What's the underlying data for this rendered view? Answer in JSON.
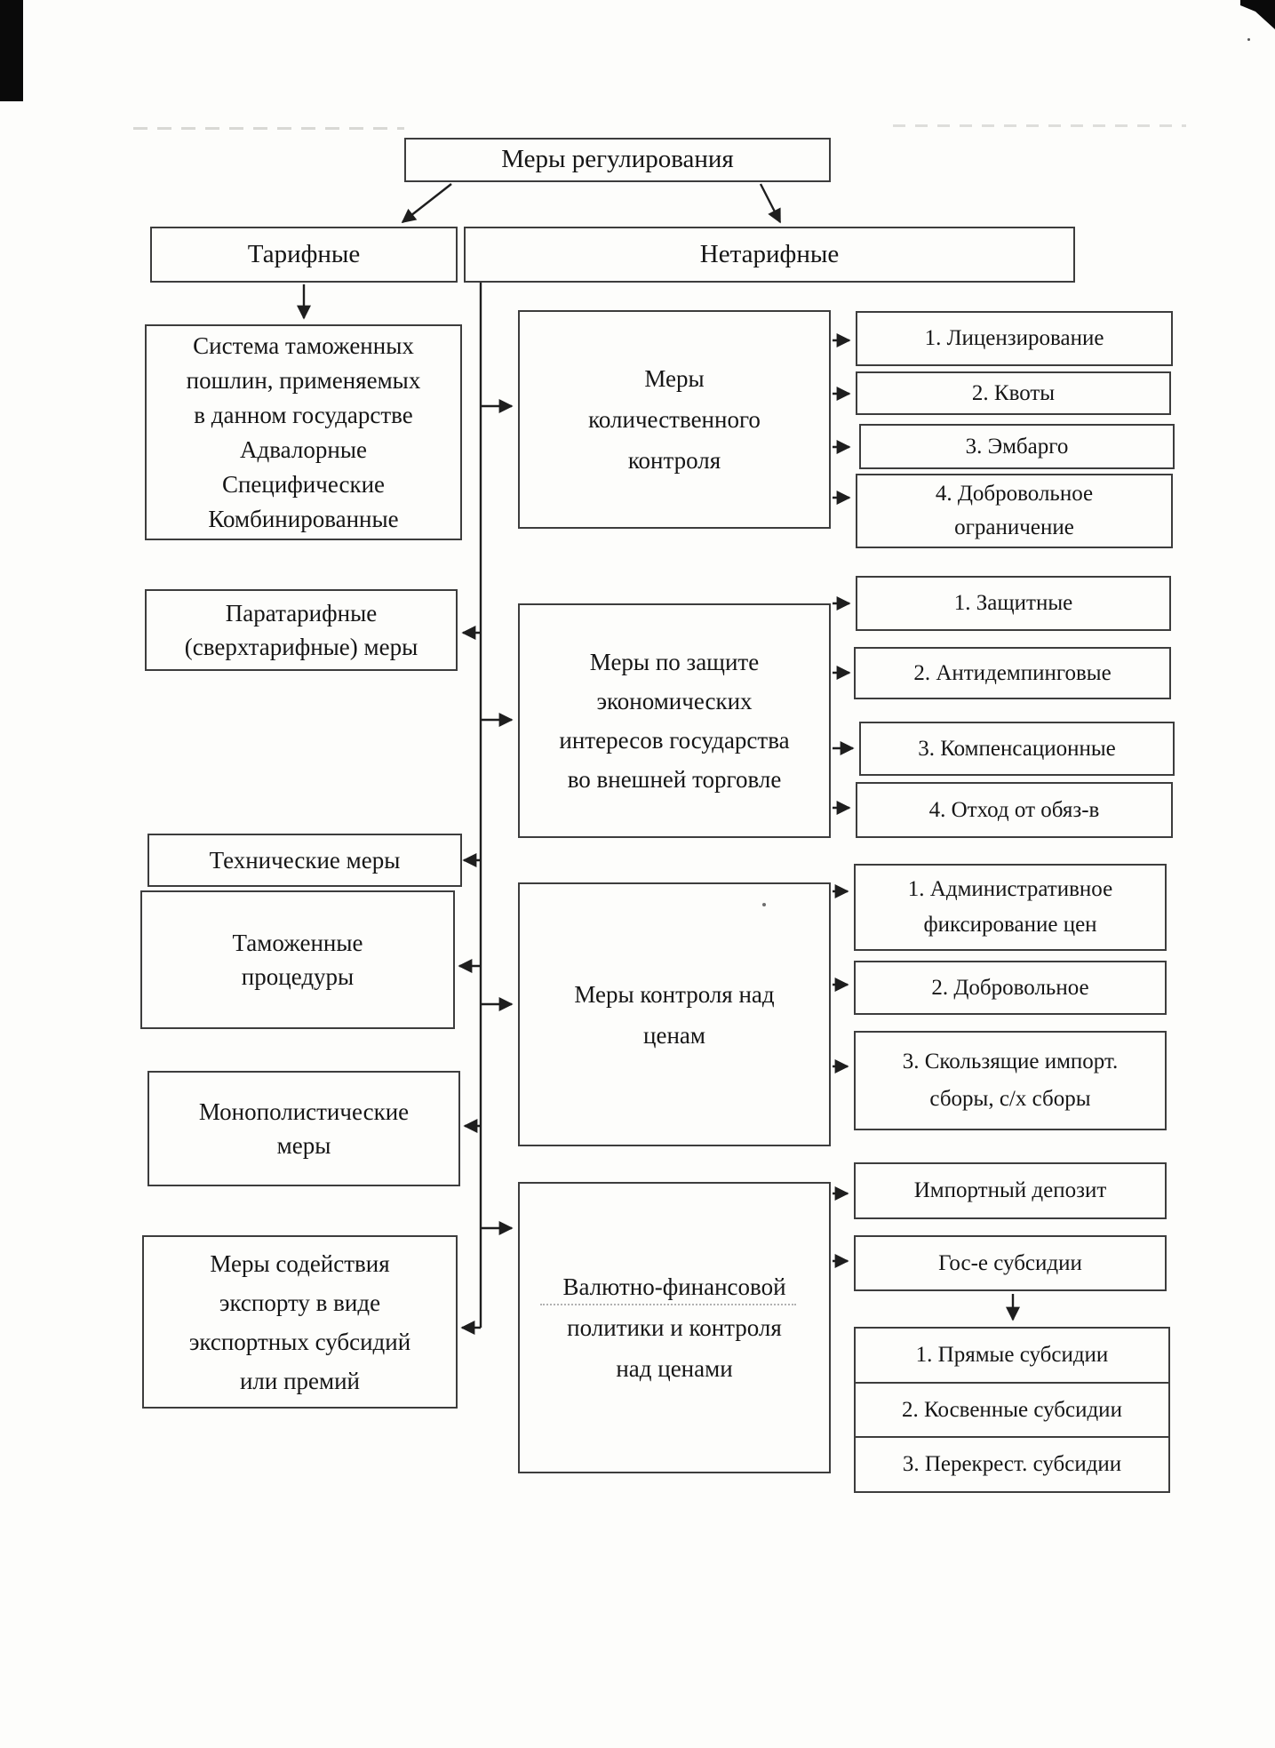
{
  "colors": {
    "ink": "#161616",
    "border": "#3d3d3d",
    "background": "#fdfdfb"
  },
  "nodes": {
    "regulation_measures": "Меры регулирования",
    "tariff": "Тарифные",
    "nontariff": "Нетарифные",
    "customs_duties_system": [
      "Система таможенных",
      "пошлин, применяемых",
      "в данном государстве",
      "Адвалорные",
      "Специфические",
      "Комбинированные"
    ],
    "paratariff_measures": [
      "Паратарифные",
      "(сверхтарифные) меры"
    ],
    "technical_measures": "Технические меры",
    "customs_procedures": [
      "Таможенные",
      "процедуры"
    ],
    "monopolistic_measures": [
      "Монополистические",
      "меры"
    ],
    "export_promotion_measures": [
      "Меры содействия",
      "экспорту в виде",
      "экспортных субсидий",
      "или премий"
    ],
    "quantitative_control_measures": [
      "Меры",
      "количественного",
      "контроля"
    ],
    "economic_interests_protection": [
      "Меры по защите",
      "экономических",
      "интересов государства",
      "во внешней торговле"
    ],
    "price_control_measures": [
      "Меры контроля над",
      "ценам"
    ],
    "currency_financial_policy": [
      "Валютно-финансовой",
      "политики и контроля",
      "над ценами"
    ],
    "licensing": "1. Лицензирование",
    "quotas": "2. Квоты",
    "embargo": "3. Эмбарго",
    "voluntary_restriction": [
      "4. Добровольное",
      "ограничение"
    ],
    "protective": "1. Защитные",
    "antidumping": "2. Антидемпинговые",
    "compensatory": "3. Компенсационные",
    "withdrawal_from_obligations": "4. Отход от обяз-в",
    "administrative_price_fixing": [
      "1. Административное",
      "фиксирование цен"
    ],
    "voluntary": "2. Добровольное",
    "sliding_import_fees": [
      "3. Скользящие импорт.",
      "сборы, с/х сборы"
    ],
    "import_deposit": "Импортный депозит",
    "state_subsidies": "Гос-е субсидии",
    "direct_subsidies": "1. Прямые субсидии",
    "indirect_subsidies": "2. Косвенные субсидии",
    "cross_subsidies": "3. Перекрест. субсидии"
  }
}
